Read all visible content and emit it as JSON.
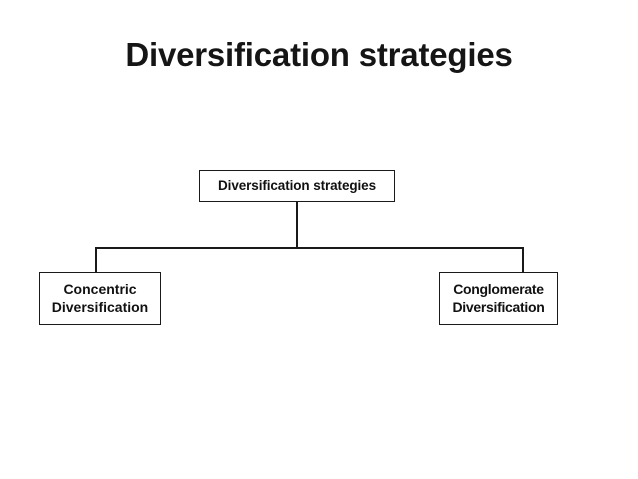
{
  "slide": {
    "title": "Diversification strategies",
    "background_color": "#ffffff",
    "text_color": "#111111",
    "line_color": "#1a1a1a"
  },
  "diagram": {
    "type": "org-chart",
    "orientation": "top-down",
    "root": {
      "label": "Diversification strategies"
    },
    "children": [
      {
        "line1": "Concentric",
        "line2": "Diversification"
      },
      {
        "line1": "Conglomerate",
        "line2": "Diversification"
      }
    ]
  }
}
